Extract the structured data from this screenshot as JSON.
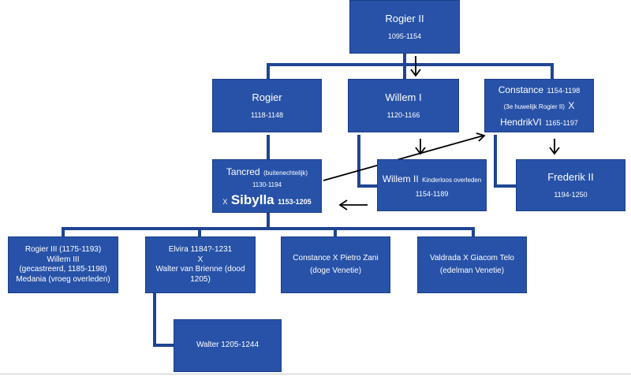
{
  "colors": {
    "box_fill": "#2752a8",
    "connector": "#1f4591",
    "arrow": "#000000",
    "text": "#ffffff"
  },
  "nodes": {
    "rogier_ii": {
      "name": "Rogier II",
      "dates": "1095-1154"
    },
    "rogier": {
      "name": "Rogier",
      "dates": "1118-1148"
    },
    "willem_i": {
      "name": "Willem I",
      "dates": "1120-1166"
    },
    "constance": {
      "name": "Constance",
      "dates": "1154-1198",
      "note": "(3e huwelijk Rogier II)",
      "x": "X",
      "spouse": "HendrikVI",
      "spouse_dates": "1165-1197"
    },
    "tancred": {
      "name": "Tancred",
      "note": "(buitenechtelijk)",
      "dates": "1130-1194",
      "x": "X",
      "spouse": "Sibylla",
      "spouse_dates": "1153-1205"
    },
    "willem_ii": {
      "name": "Willem II",
      "note": "Kinderloos overleden",
      "dates": "1154-1189"
    },
    "frederik_ii": {
      "name": "Frederik II",
      "dates": "1194-1250"
    },
    "rogier_iii": {
      "line1": "Rogier III (1175-1193)",
      "line2": "Willem III",
      "line3": "(gecastreerd, 1185-1198)",
      "line4": "Medania (vroeg overleden)"
    },
    "elvira": {
      "line1": "Elvira 1184?-1231",
      "line2": "X",
      "line3": "Walter van Brienne (dood 1205)"
    },
    "constance_zani": {
      "line1": "Constance X Pietro Zani",
      "line2": "(doge Venetie)"
    },
    "valdrada": {
      "line1": "Valdrada X Giacom Telo",
      "line2": "(edelman Venetie)"
    },
    "walter": {
      "label": "Walter 1205-1244"
    }
  }
}
